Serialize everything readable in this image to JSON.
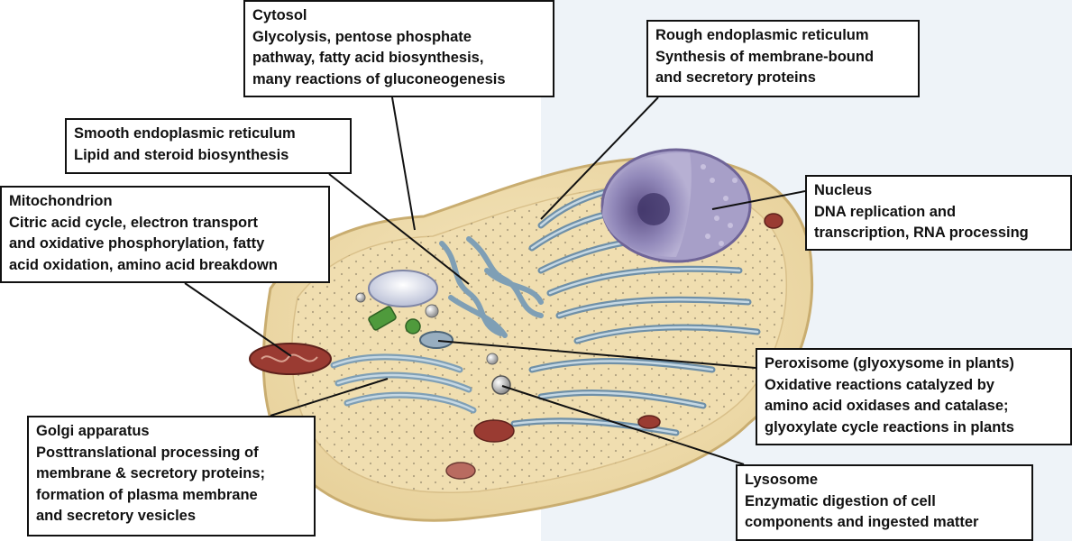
{
  "callouts": {
    "cytosol": {
      "title": "Cytosol",
      "description": "Glycolysis, pentose phosphate\npathway, fatty acid biosynthesis,\nmany reactions of gluconeogenesis"
    },
    "rough_er": {
      "title": "Rough endoplasmic reticulum",
      "description": "Synthesis of membrane-bound\nand secretory proteins"
    },
    "smooth_er": {
      "title": "Smooth endoplasmic reticulum",
      "description": "Lipid and steroid biosynthesis"
    },
    "mitochondrion": {
      "title": "Mitochondrion",
      "description": "Citric acid cycle, electron transport\nand oxidative phosphorylation, fatty\nacid oxidation, amino acid breakdown"
    },
    "nucleus": {
      "title": "Nucleus",
      "description": "DNA replication and\ntranscription, RNA processing"
    },
    "peroxisome": {
      "title": "Peroxisome (glyoxysome in plants)",
      "description": "Oxidative reactions catalyzed by\namino acid oxidases and catalase;\nglyoxylate cycle reactions in plants"
    },
    "golgi": {
      "title": "Golgi apparatus",
      "description": "Posttranslational processing of\nmembrane & secretory proteins;\nformation of plasma membrane\nand secretory vesicles"
    },
    "lysosome": {
      "title": "Lysosome",
      "description": "Enzymatic digestion of cell\ncomponents and ingested matter"
    }
  },
  "colors": {
    "cytoplasm": "#efdcaa",
    "cell_edge": "#d8bf86",
    "er_fill": "#7f9fb5",
    "er_lumen": "#c6d8e3",
    "nucleus": "#8a7fb0",
    "mitochondrion": "#9a3b32",
    "leader_line": "#111111"
  }
}
